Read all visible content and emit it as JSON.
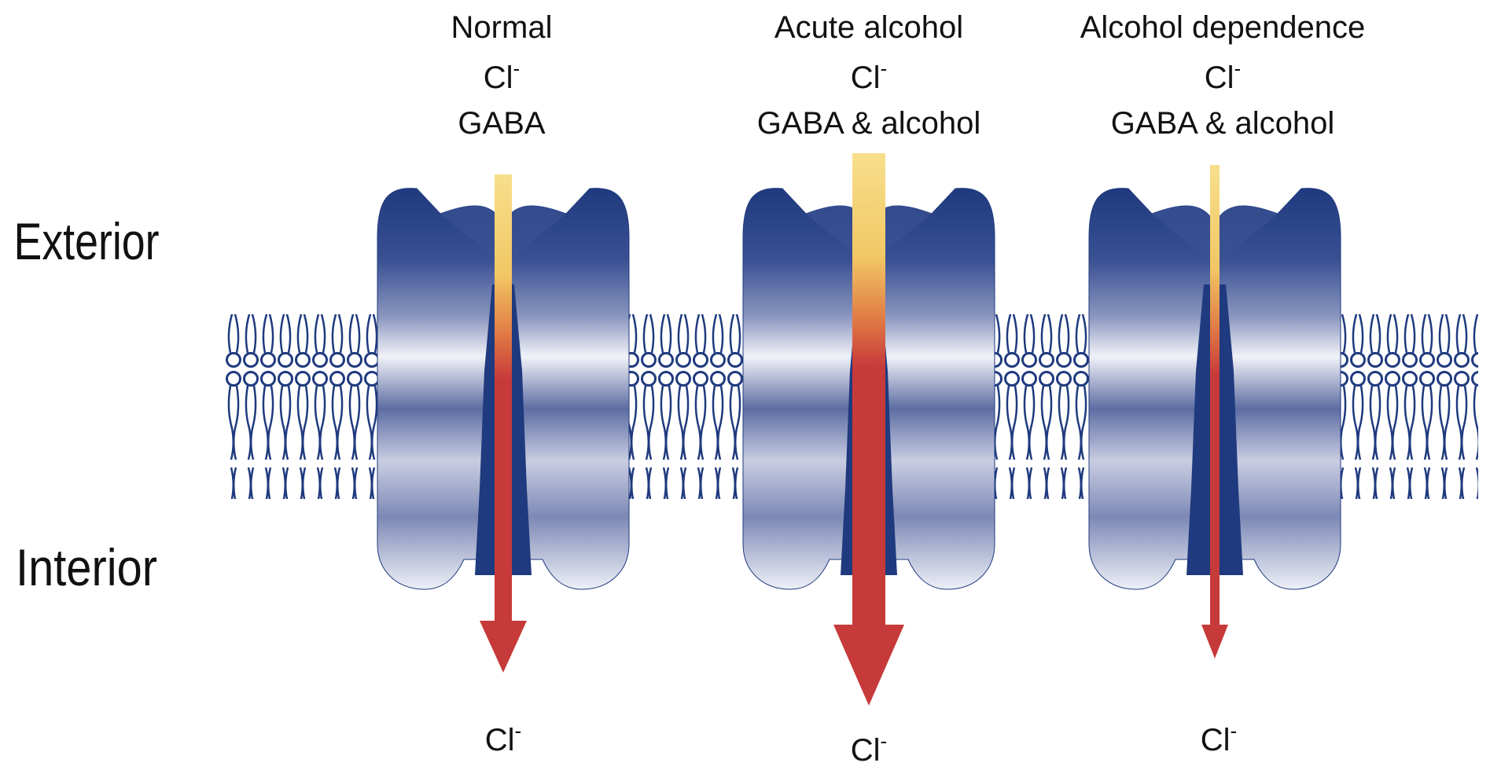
{
  "side_labels": {
    "exterior": "Exterior",
    "interior": "Interior"
  },
  "columns": [
    {
      "id": "normal",
      "condition": "Normal",
      "ion": "Cl",
      "agonist": "GABA",
      "ion_out": "Cl",
      "flow": "normal"
    },
    {
      "id": "acute",
      "condition": "Acute alcohol",
      "ion": "Cl",
      "agonist": "GABA & alcohol",
      "ion_out": "Cl",
      "flow": "increased"
    },
    {
      "id": "dependence",
      "condition": "Alcohol dependence",
      "ion": "Cl",
      "agonist": "GABA & alcohol",
      "ion_out": "Cl",
      "flow": "reduced"
    }
  ],
  "colors": {
    "channel": "#1f3a7e",
    "membrane": "#1f3a7e",
    "arrow_top": "#f7df8c",
    "arrow_mid": "#f08a40",
    "arrow_bottom": "#c73a3a"
  }
}
